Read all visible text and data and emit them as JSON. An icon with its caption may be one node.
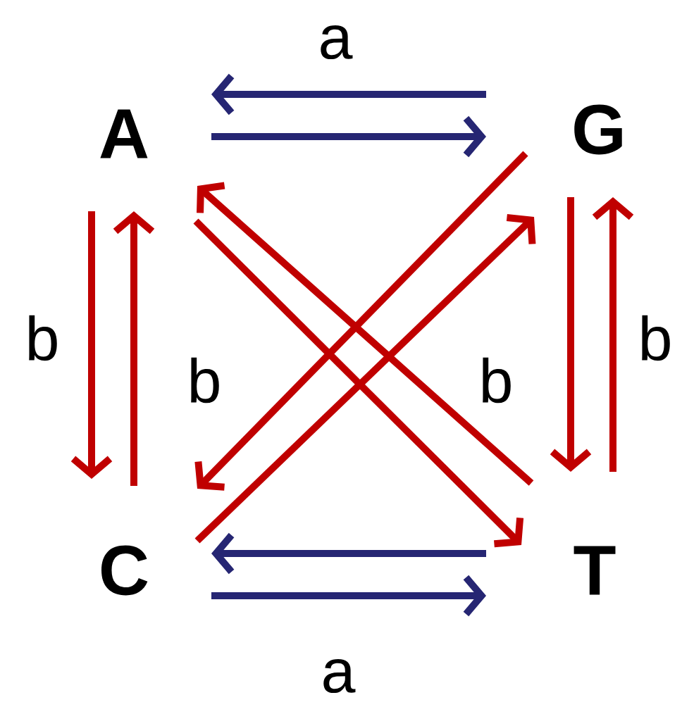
{
  "diagram": {
    "nodes": [
      {
        "text": [
          "A"
        ]
      },
      {
        "text": [
          "G"
        ]
      },
      {
        "text": [
          "C"
        ]
      },
      {
        "text": [
          "T"
        ]
      }
    ],
    "edges": [
      {
        "from": 1,
        "to": 0,
        "arrow": "to",
        "color": "#262673",
        "label": "a"
      },
      {
        "from": 0,
        "to": 1,
        "arrow": "to",
        "color": "#262673"
      },
      {
        "from": 0,
        "to": 2,
        "arrow": "to",
        "label": "b"
      },
      {
        "from": 2,
        "to": 0,
        "arrow": "to"
      },
      {
        "from": 1,
        "to": 3,
        "arrow": "to"
      },
      {
        "from": 3,
        "to": 1,
        "arrow": "to",
        "label": "b"
      },
      {
        "from": 1,
        "to": 2,
        "arrow": "to",
        "label": "b"
      },
      {
        "from": 2,
        "to": 1,
        "arrow": "to"
      },
      {
        "from": 0,
        "to": 3,
        "arrow": "to",
        "label": "b"
      },
      {
        "from": 3,
        "to": 0,
        "arrow": "to"
      },
      {
        "from": 3,
        "to": 2,
        "arrow": "to",
        "color": "#262673"
      },
      {
        "from": 2,
        "to": 3,
        "arrow": "to",
        "color": "#262673",
        "label": "a"
      }
    ]
  }
}
